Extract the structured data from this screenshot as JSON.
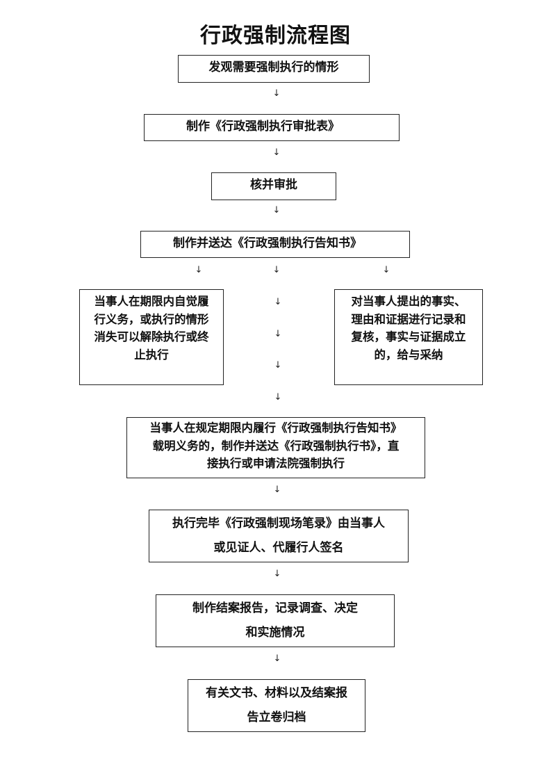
{
  "title": "行政强制流程图",
  "nodes": {
    "n1": "发观需要强制执行的情形",
    "n2": "制作《行政强制执行审批表》",
    "n3": "核并审批",
    "n4": "制作并送达《行政强制执行告知书》",
    "left_lines": [
      "当事人在期限内自觉履",
      "行义务，或执行的情形",
      "消失可以解除执行或终",
      "止执行"
    ],
    "right_lines": [
      "对当事人提出的事实、",
      "理由和证据进行记录和",
      "复核，事实与证据成立",
      "的，给与采纳"
    ],
    "n6_lines": [
      "当事人在规定期限内履行《行政强制执行告知书》",
      "载明义务的，制作并送达《行政强制执行书》，直",
      "接执行或申请法院强制执行"
    ],
    "n7_lines": [
      "执行完毕《行政强制现场笔录》由当事人",
      "或见证人、代履行人签名"
    ],
    "n8_lines": [
      "制作结案报告，记录调查、决定",
      "和实施情况"
    ],
    "n9_lines": [
      "有关文书、材料以及结案报",
      "告立卷归档"
    ]
  },
  "arrow_glyph": "↓"
}
